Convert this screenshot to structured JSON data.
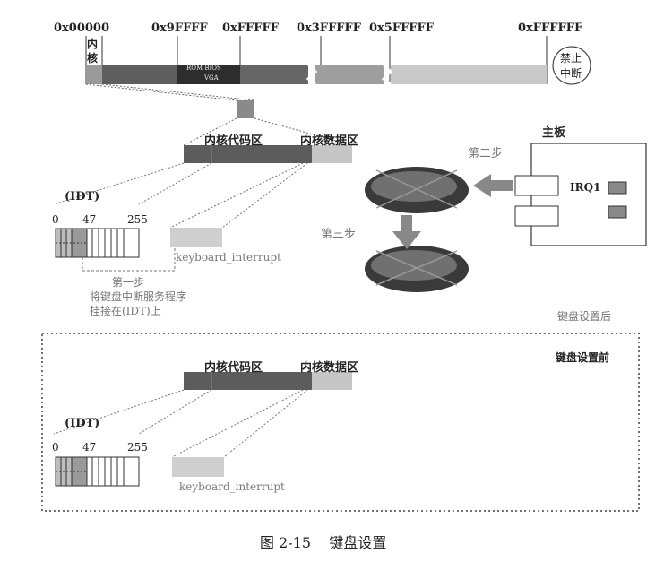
{
  "memory_map": {
    "addresses": [
      "0x00000",
      "0x9FFFF",
      "0xFFFFF",
      "0x3FFFFF",
      "0x5FFFFF",
      "0xFFFFFF"
    ],
    "kernel_label_1": "内",
    "kernel_label_2": "核",
    "rom_bios": "ROM BIOS",
    "vga": "VGA",
    "disable_interrupt_1": "禁止",
    "disable_interrupt_2": "中断"
  },
  "after": {
    "kernel_code": "内核代码区",
    "kernel_data": "内核数据区",
    "idt": "(IDT)",
    "idx_0": "0",
    "idx_47": "47",
    "idx_255": "255",
    "keyboard_interrupt": "keyboard_interrupt",
    "step1_title": "第一步",
    "step1_line1": "将键盘中断服务程序",
    "step1_line2": "挂接在(IDT)上",
    "step2": "第二步",
    "step3": "第三步",
    "motherboard": "主板",
    "irq1": "IRQ1",
    "caption": "键盘设置后"
  },
  "before": {
    "title": "键盘设置前",
    "kernel_code": "内核代码区",
    "kernel_data": "内核数据区",
    "idt": "(IDT)",
    "idx_0": "0",
    "idx_47": "47",
    "idx_255": "255",
    "keyboard_interrupt": "keyboard_interrupt"
  },
  "figure_caption": "图 2-15    键盘设置",
  "colors": {
    "dark": "#5a5a5a",
    "mid": "#8c8c8c",
    "light": "#c8c8c8",
    "lighter": "#d6d6d6",
    "black_band": "#2b2b2b"
  }
}
